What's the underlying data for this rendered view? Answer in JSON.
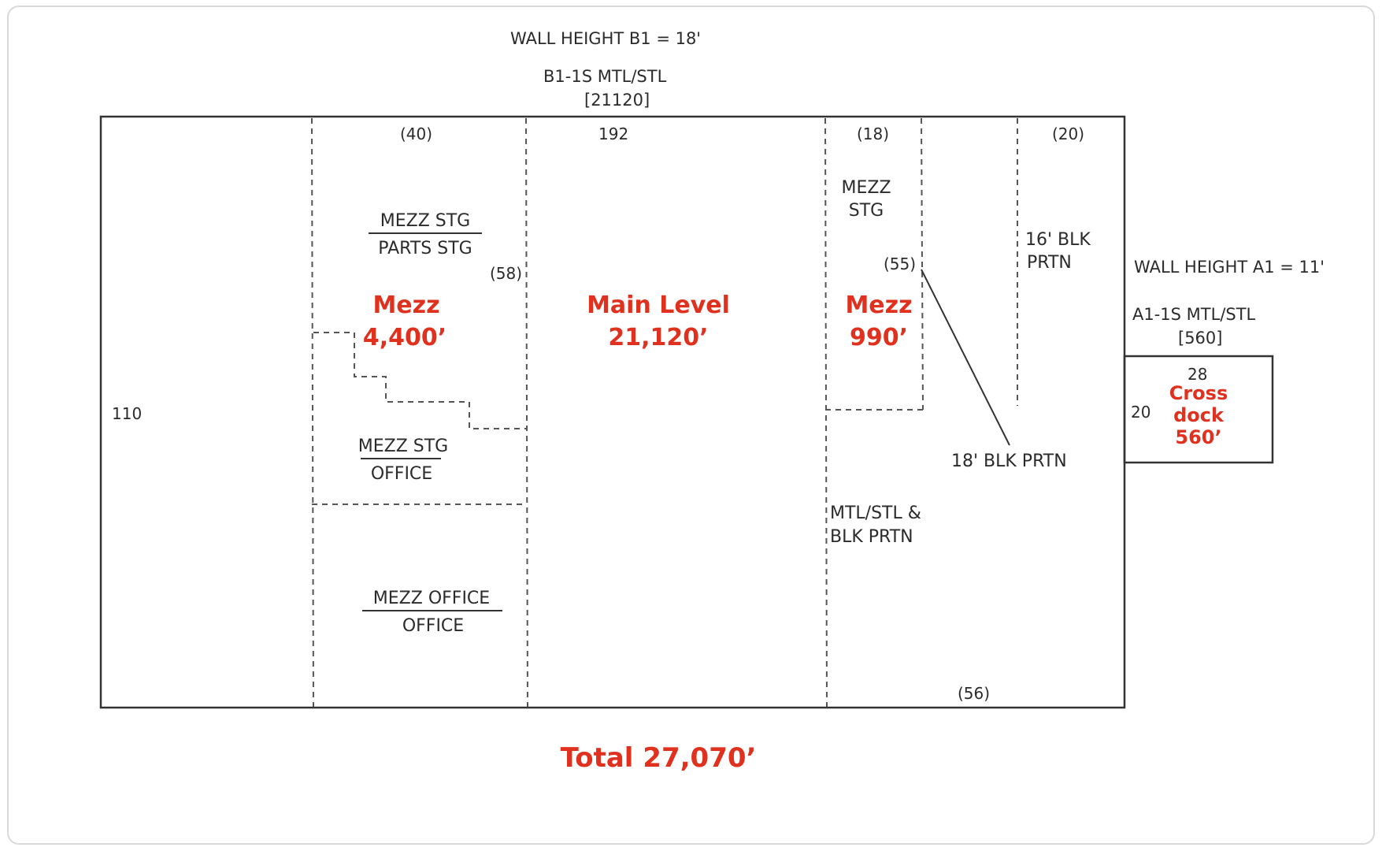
{
  "header": {
    "wall_height_b1": "WALL HEIGHT B1 = 18'",
    "bldg_b1_type": "B1-1S MTL/STL",
    "bldg_b1_area": "[21120]"
  },
  "dimensions": {
    "b1_length": "192",
    "b1_width": "110",
    "seg_40": "(40)",
    "seg_18": "(18)",
    "seg_20": "(20)",
    "seg_58": "(58)",
    "seg_55": "(55)",
    "seg_56": "(56)",
    "a1_length": "28",
    "a1_width": "20"
  },
  "rooms": {
    "mezz_stg_top": "MEZZ STG",
    "parts_stg": "PARTS STG",
    "mezz_stg_mid": "MEZZ STG",
    "office_mid": "OFFICE",
    "mezz_office": "MEZZ OFFICE",
    "office_bottom": "OFFICE",
    "mezz_stg_right_1": "MEZZ",
    "mezz_stg_right_2": "STG",
    "blk_prtn_16_1": "16' BLK",
    "blk_prtn_16_2": "PRTN",
    "blk_prtn_18": "18' BLK PRTN",
    "mtl_stl_1": "MTL/STL &",
    "mtl_stl_2": "BLK PRTN"
  },
  "annex": {
    "wall_height_a1": "WALL HEIGHT A1 = 11'",
    "bldg_a1_type": "A1-1S MTL/STL",
    "bldg_a1_area": "[560]"
  },
  "callouts": {
    "mezz_left_title": "Mezz",
    "mezz_left_area": "4,400’",
    "main_title": "Main Level",
    "main_area": "21,120’",
    "mezz_right_title": "Mezz",
    "mezz_right_area": "990’",
    "crossdock_1": "Cross",
    "crossdock_2": "dock",
    "crossdock_3": "560’",
    "total": "Total 27,070’"
  },
  "colors": {
    "callout": "#e0301e",
    "line": "#333333",
    "dash": "#555555"
  }
}
